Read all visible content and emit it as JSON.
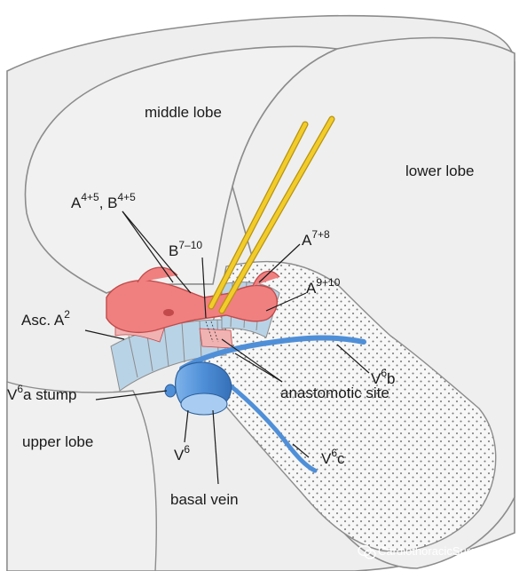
{
  "colors": {
    "lung_fill": "#eeeeee",
    "lung_outline": "#8c8c8c",
    "artery": "#f08080",
    "artery_dark": "#c24a4a",
    "vein": "#4f8fd8",
    "vein_light": "#a9cdf2",
    "bronchus": "#b9d3e6",
    "lymph": "#f1b2b2",
    "stipple_bg": "#f7f7f7",
    "stipple_dot": "#7a7a7a",
    "instrument": "#f2cc2a",
    "instrument_dark": "#b8930f",
    "leader": "#1a1a1a"
  },
  "labels": {
    "middle_lobe": "middle lobe",
    "lower_lobe": "lower lobe",
    "upper_lobe": "upper lobe",
    "a45_main": "A",
    "a45_sup": "4+5",
    "b45_sep": ", B",
    "b45_sup": "4+5",
    "b710_main": "B",
    "b710_sup": "7–10",
    "a78_main": "A",
    "a78_sup": "7+8",
    "a910_main": "A",
    "a910_sup": "9+10",
    "asc_a2_main": "Asc. A",
    "asc_a2_sup": "2",
    "v6a_main": "V",
    "v6a_sup": "6",
    "v6a_rest": "a stump",
    "v6b_main": "V",
    "v6b_sup": "6",
    "v6b_rest": "b",
    "anastomotic_site": "anastomotic site",
    "v6_main": "V",
    "v6_sup": "6",
    "v6c_main": "V",
    "v6c_sup": "6",
    "v6c_rest": "c",
    "basal_vein": "basal vein"
  },
  "watermark": {
    "icon": "wechat-icon",
    "text": "CardiothoracicSurgery"
  }
}
